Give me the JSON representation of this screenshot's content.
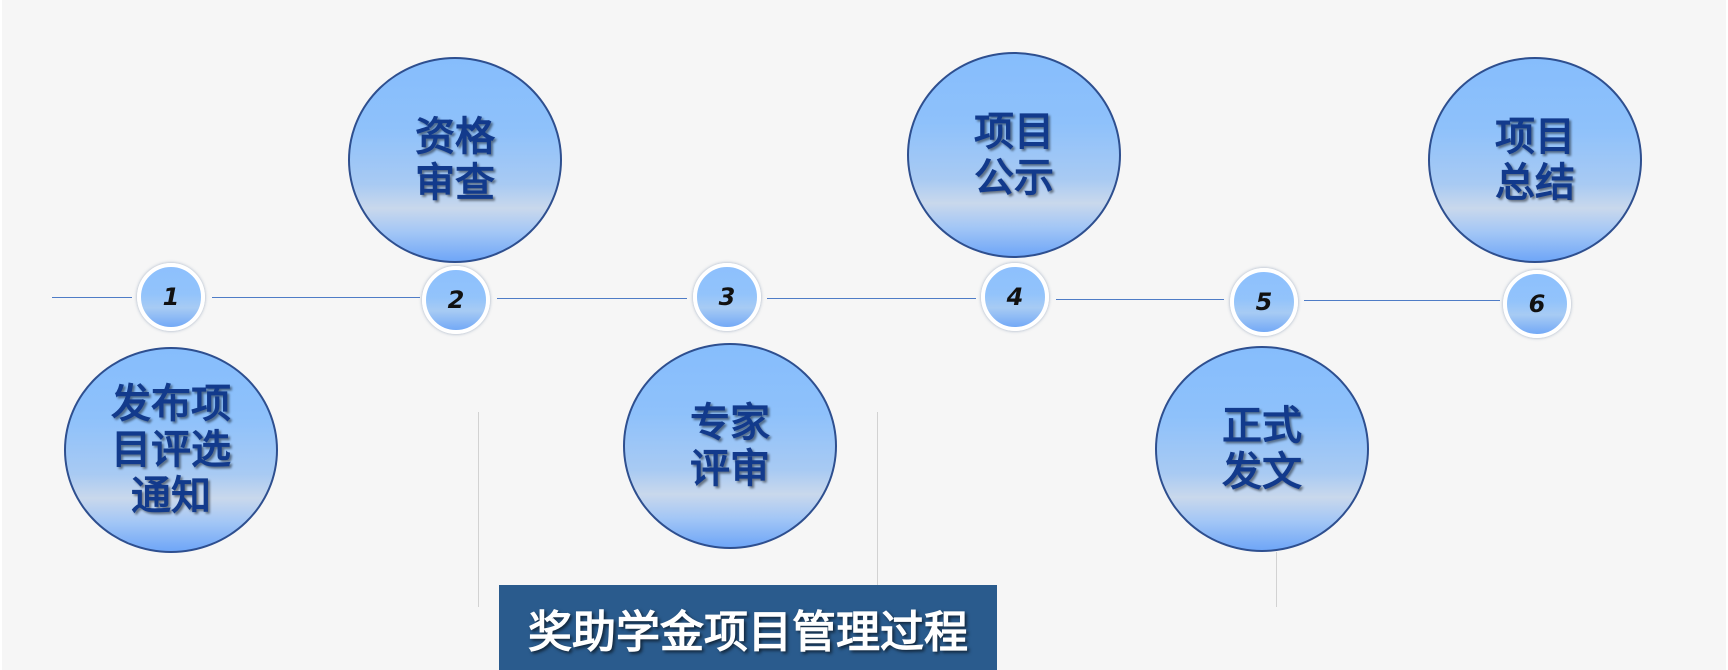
{
  "title": "奖助学金项目管理过程",
  "steps": [
    {
      "number": "1",
      "label_lines": [
        "发布项",
        "目评选",
        "通知"
      ]
    },
    {
      "number": "2",
      "label_lines": [
        "资格",
        "审查"
      ]
    },
    {
      "number": "3",
      "label_lines": [
        "专家",
        "评审"
      ]
    },
    {
      "number": "4",
      "label_lines": [
        "项目",
        "公示"
      ]
    },
    {
      "number": "5",
      "label_lines": [
        "正式",
        "发文"
      ]
    },
    {
      "number": "6",
      "label_lines": [
        "项目",
        "总结"
      ]
    }
  ],
  "colors": {
    "circle_light": "#86bdfc",
    "circle_border": "#2e4f8f",
    "label_text": "#123a8c",
    "timeline": "#4f7cc6",
    "banner": "#2a5b8d",
    "banner_text": "#ffffff"
  }
}
